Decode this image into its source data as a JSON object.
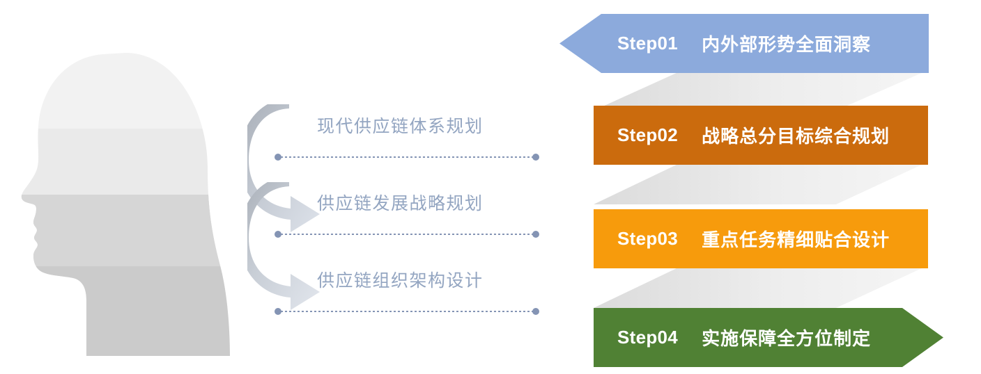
{
  "diagram": {
    "type": "process-steps-infographic",
    "background_color": "#ffffff"
  },
  "illustration": {
    "name": "human-head-profile-silhouette",
    "description": "Side profile of a human head filled with horizontal gray bands",
    "band_colors": [
      "#F2F2F2",
      "#EAEAEA",
      "#E0E0E0",
      "#D4D4D4",
      "#CCCCCC"
    ]
  },
  "arrows": [
    {
      "name": "curved-arrow-1",
      "color_start": "#A9AFB8",
      "color_end": "#DCE1EA"
    },
    {
      "name": "curved-arrow-2",
      "color_start": "#A9AFB8",
      "color_end": "#DCE1EA"
    }
  ],
  "middle_labels": [
    {
      "text": "现代供应链体系规划",
      "color": "#93A5C1"
    },
    {
      "text": "供应链发展战略规划",
      "color": "#93A5C1"
    },
    {
      "text": "供应链组织架构设计",
      "color": "#93A5C1"
    }
  ],
  "connectors": {
    "dot_color": "#8494B4",
    "line_style": "dotted",
    "count": 3
  },
  "steps": [
    {
      "number": "Step01",
      "title": "内外部形势全面洞察",
      "color": "#8CAADC",
      "shape": "left-chevron",
      "text_color": "#ffffff"
    },
    {
      "number": "Step02",
      "title": "战略总分目标综合规划",
      "color": "#CB6B0D",
      "shape": "rectangle",
      "text_color": "#ffffff"
    },
    {
      "number": "Step03",
      "title": "重点任务精细贴合设计",
      "color": "#F79B0C",
      "shape": "rectangle",
      "text_color": "#ffffff"
    },
    {
      "number": "Step04",
      "title": "实施保障全方位制定",
      "color": "#508134",
      "shape": "right-arrow",
      "text_color": "#ffffff"
    }
  ],
  "ribbons": {
    "name": "gray-fold-connector",
    "color_dark": "#D8D8D8",
    "color_light": "#F2F2F2",
    "count": 3
  }
}
